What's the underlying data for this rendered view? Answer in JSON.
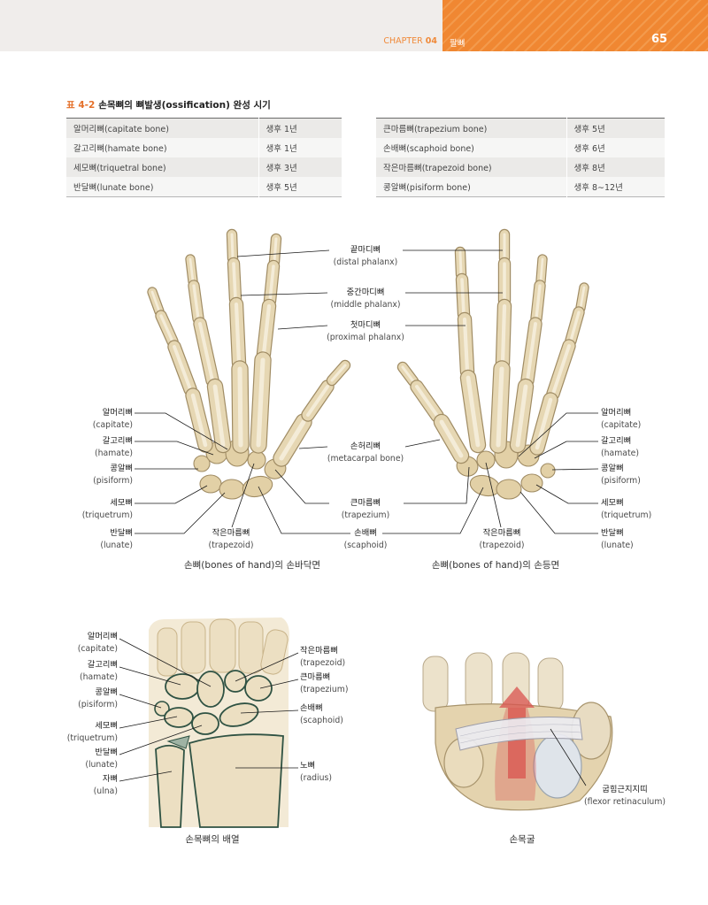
{
  "header": {
    "chapter_label": "CHAPTER",
    "chapter_number": "04",
    "chapter_title": "팔뼈",
    "page_number": "65"
  },
  "table": {
    "label": "표 4-2",
    "title": "손목뼈의 뼈발생(ossification) 완성 시기",
    "left_rows": [
      {
        "bone": "알머리뼈(capitate bone)",
        "age": "생후 1년"
      },
      {
        "bone": "갈고리뼈(hamate bone)",
        "age": "생후 1년"
      },
      {
        "bone": "세모뼈(triquetral bone)",
        "age": "생후 3년"
      },
      {
        "bone": "반달뼈(lunate bone)",
        "age": "생후 5년"
      }
    ],
    "right_rows": [
      {
        "bone": "큰마름뼈(trapezium bone)",
        "age": "생후 5년"
      },
      {
        "bone": "손배뼈(scaphoid bone)",
        "age": "생후 6년"
      },
      {
        "bone": "작은마름뼈(trapezoid bone)",
        "age": "생후 8년"
      },
      {
        "bone": "콩알뼈(pisiform bone)",
        "age": "생후 8∼12년"
      }
    ]
  },
  "figure_hand": {
    "center_labels": {
      "distal": {
        "ko": "끝마디뼈",
        "en": "(distal phalanx)"
      },
      "middle": {
        "ko": "중간마디뼈",
        "en": "(middle phalanx)"
      },
      "proximal": {
        "ko": "첫마디뼈",
        "en": "(proximal phalanx)"
      },
      "metacarpal": {
        "ko": "손허리뼈",
        "en": "(metacarpal bone)"
      },
      "trapezium": {
        "ko": "큰마름뼈",
        "en": "(trapezium)"
      },
      "scaphoid": {
        "ko": "손배뼈",
        "en": "(scaphoid)"
      }
    },
    "palmar_labels": {
      "capitate": {
        "ko": "알머리뼈",
        "en": "(capitate)"
      },
      "hamate": {
        "ko": "갈고리뼈",
        "en": "(hamate)"
      },
      "pisiform": {
        "ko": "콩알뼈",
        "en": "(pisiform)"
      },
      "triquetrum": {
        "ko": "세모뼈",
        "en": "(triquetrum)"
      },
      "lunate": {
        "ko": "반달뼈",
        "en": "(lunate)"
      },
      "trapezoid": {
        "ko": "작은마름뼈",
        "en": "(trapezoid)"
      }
    },
    "dorsal_labels": {
      "capitate": {
        "ko": "알머리뼈",
        "en": "(capitate)"
      },
      "hamate": {
        "ko": "갈고리뼈",
        "en": "(hamate)"
      },
      "pisiform": {
        "ko": "콩알뼈",
        "en": "(pisiform)"
      },
      "triquetrum": {
        "ko": "세모뼈",
        "en": "(triquetrum)"
      },
      "lunate": {
        "ko": "반달뼈",
        "en": "(lunate)"
      },
      "trapezoid": {
        "ko": "작은마름뼈",
        "en": "(trapezoid)"
      }
    },
    "palmar_caption": "손뼈(bones of hand)의 손바닥면",
    "dorsal_caption": "손뼈(bones of hand)의 손등면"
  },
  "figure_wrist": {
    "left_labels": {
      "capitate": {
        "ko": "알머리뼈",
        "en": "(capitate)"
      },
      "hamate": {
        "ko": "갈고리뼈",
        "en": "(hamate)"
      },
      "pisiform": {
        "ko": "콩알뼈",
        "en": "(pisiform)"
      },
      "triquetrum": {
        "ko": "세모뼈",
        "en": "(triquetrum)"
      },
      "lunate": {
        "ko": "반달뼈",
        "en": "(lunate)"
      },
      "ulna": {
        "ko": "자뼈",
        "en": "(ulna)"
      }
    },
    "right_labels": {
      "trapezoid": {
        "ko": "작은마름뼈",
        "en": "(trapezoid)"
      },
      "trapezium": {
        "ko": "큰마름뼈",
        "en": "(trapezium)"
      },
      "scaphoid": {
        "ko": "손배뼈",
        "en": "(scaphoid)"
      },
      "radius": {
        "ko": "노뼈",
        "en": "(radius)"
      }
    },
    "caption": "손목뼈의 배열"
  },
  "figure_tunnel": {
    "retinaculum": {
      "ko": "굽힘근지지띠",
      "en": "(flexor retinaculum)"
    },
    "caption": "손목굴"
  },
  "colors": {
    "accent_orange": "#f08732",
    "header_gray": "#f0edeb",
    "bone": "#e6d7b3",
    "bone_outline": "#a08c64",
    "joint_line": "#2f5243",
    "tunnel_red": "#d9534f"
  }
}
